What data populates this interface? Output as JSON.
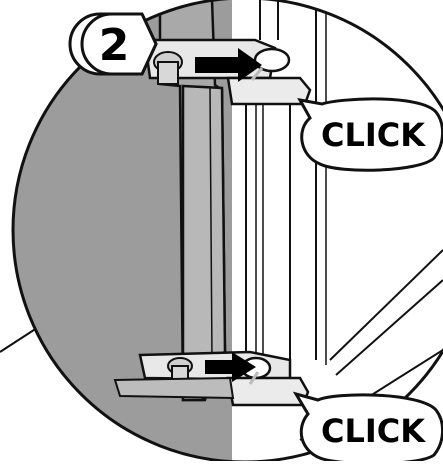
{
  "step": {
    "number": "2"
  },
  "callouts": {
    "top": {
      "text": "CLICK"
    },
    "bottom": {
      "text": "CLICK"
    }
  },
  "colors": {
    "background_panel": "#9a9a9a",
    "door_panel": "#ababab",
    "hinge_light": "#e6e6e6",
    "outline": "#111111",
    "arrow": "#000000"
  }
}
